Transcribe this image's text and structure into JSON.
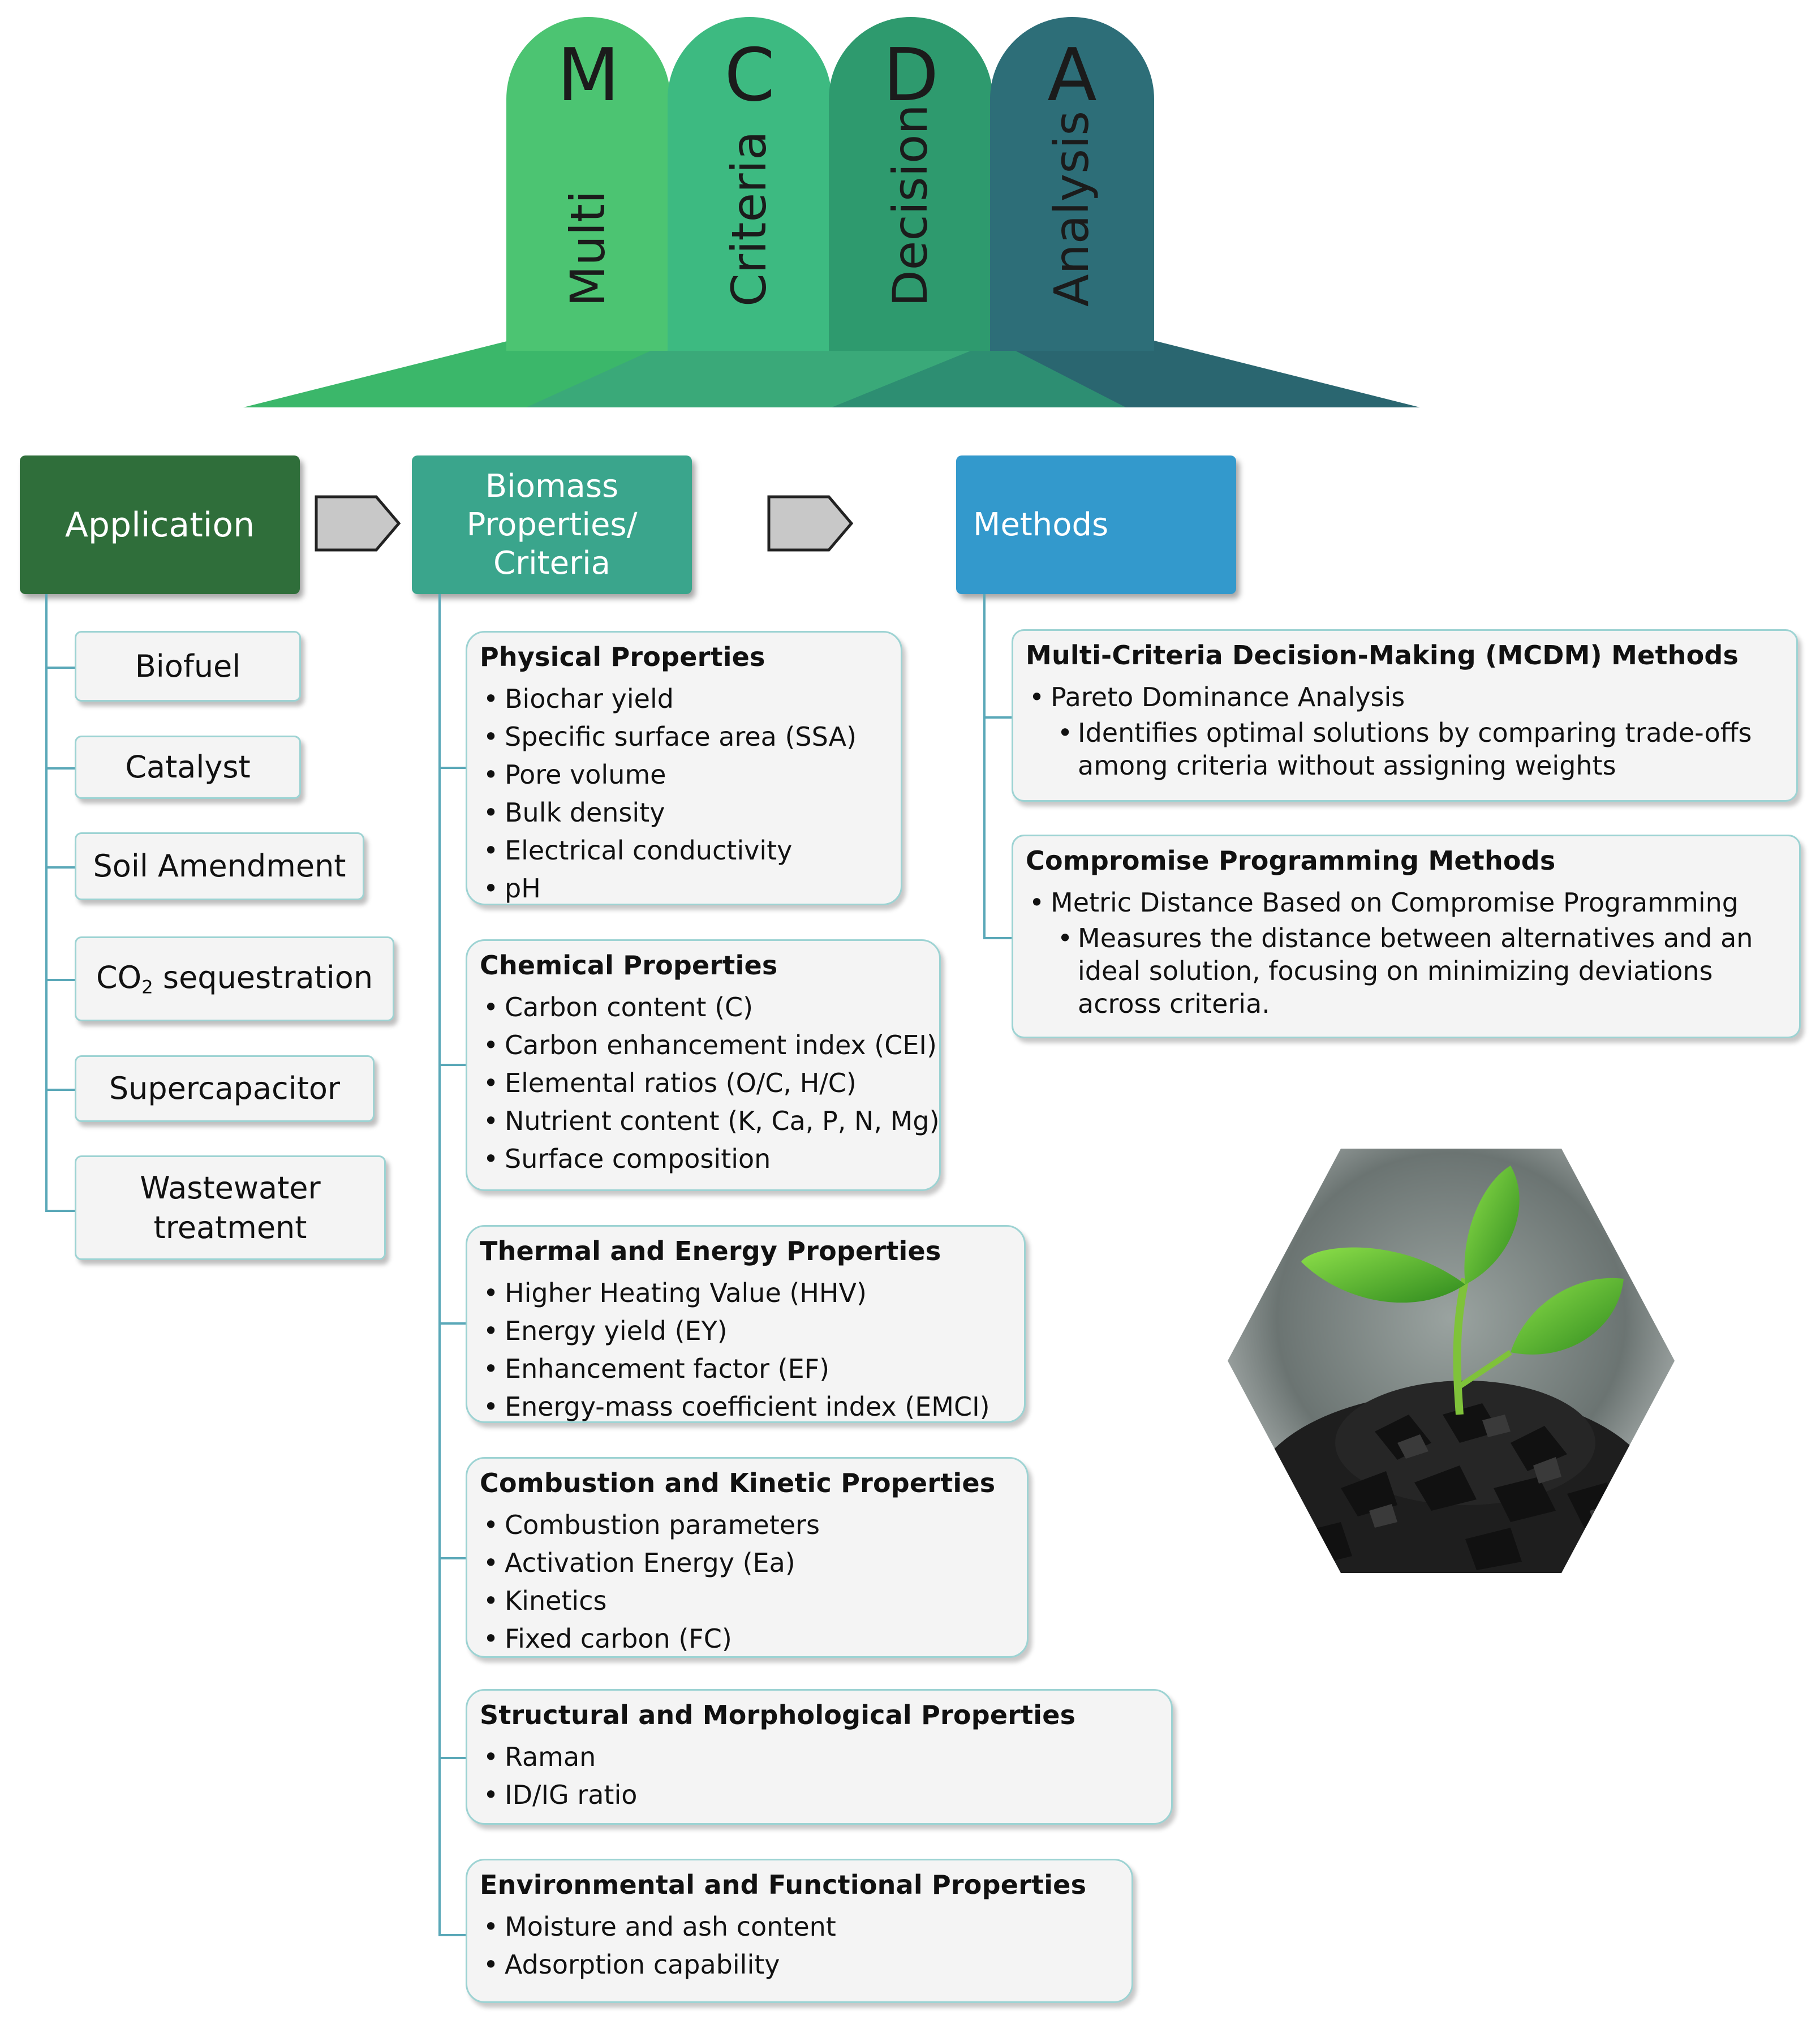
{
  "mcda": {
    "tabs": [
      {
        "letter": "M",
        "word": "Multi",
        "color": "#4cc472"
      },
      {
        "letter": "C",
        "word": "Criteria",
        "color": "#3dba81"
      },
      {
        "letter": "D",
        "word": "Decision",
        "color": "#2e9a6e"
      },
      {
        "letter": "A",
        "word": "Analysis",
        "color": "#2d6e78"
      }
    ]
  },
  "headers": {
    "application": "Application",
    "biomass": [
      "Biomass",
      "Properties/",
      "Criteria"
    ],
    "methods": "Methods"
  },
  "applications": {
    "biofuel": "Biofuel",
    "catalyst": "Catalyst",
    "soil": "Soil Amendment",
    "co2_prefix": "CO",
    "co2_sub": "2",
    "co2_suffix": " sequestration",
    "supercap": "Supercapacitor",
    "wastewater": [
      "Wastewater",
      "treatment"
    ]
  },
  "properties": {
    "physical": {
      "title": "Physical Properties",
      "items": [
        "Biochar yield",
        "Specific surface area (SSA)",
        "Pore volume",
        "Bulk density",
        "Electrical conductivity",
        "pH"
      ]
    },
    "chemical": {
      "title": "Chemical Properties",
      "items": [
        "Carbon content (C)",
        "Carbon enhancement index (CEI)",
        "Elemental ratios (O/C, H/C)",
        "Nutrient content (K, Ca, P, N, Mg)",
        "Surface composition"
      ]
    },
    "thermal": {
      "title": "Thermal and Energy Properties",
      "items": [
        "Higher Heating Value (HHV)",
        "Energy yield (EY)",
        "Enhancement factor (EF)",
        "Energy-mass coefficient index (EMCI)"
      ]
    },
    "combustion": {
      "title": "Combustion and Kinetic Properties",
      "items": [
        "Combustion parameters",
        "Activation Energy (Ea)",
        "Kinetics",
        "Fixed carbon (FC)"
      ]
    },
    "structural": {
      "title": "Structural and Morphological Properties",
      "items": [
        "Raman",
        "ID/IG ratio"
      ]
    },
    "environmental": {
      "title": "Environmental and Functional Properties",
      "items": [
        "Moisture and ash content",
        "Adsorption capability"
      ]
    }
  },
  "methods": {
    "mcdm": {
      "title": "Multi-Criteria Decision-Making (MCDM) Methods",
      "item": "Pareto Dominance Analysis",
      "sub": "Identifies optimal solutions by comparing trade-offs among criteria without assigning weights"
    },
    "compromise": {
      "title": "Compromise Programming Methods",
      "item": "Metric Distance Based on Compromise Programming",
      "sub": "Measures the distance between alternatives and an ideal solution, focusing on minimizing deviations across criteria."
    }
  },
  "colors": {
    "application_header": "#2f6e3a",
    "biomass_header": "#3aa58c",
    "methods_header": "#3399cc",
    "connector": "#5aa8b8"
  }
}
